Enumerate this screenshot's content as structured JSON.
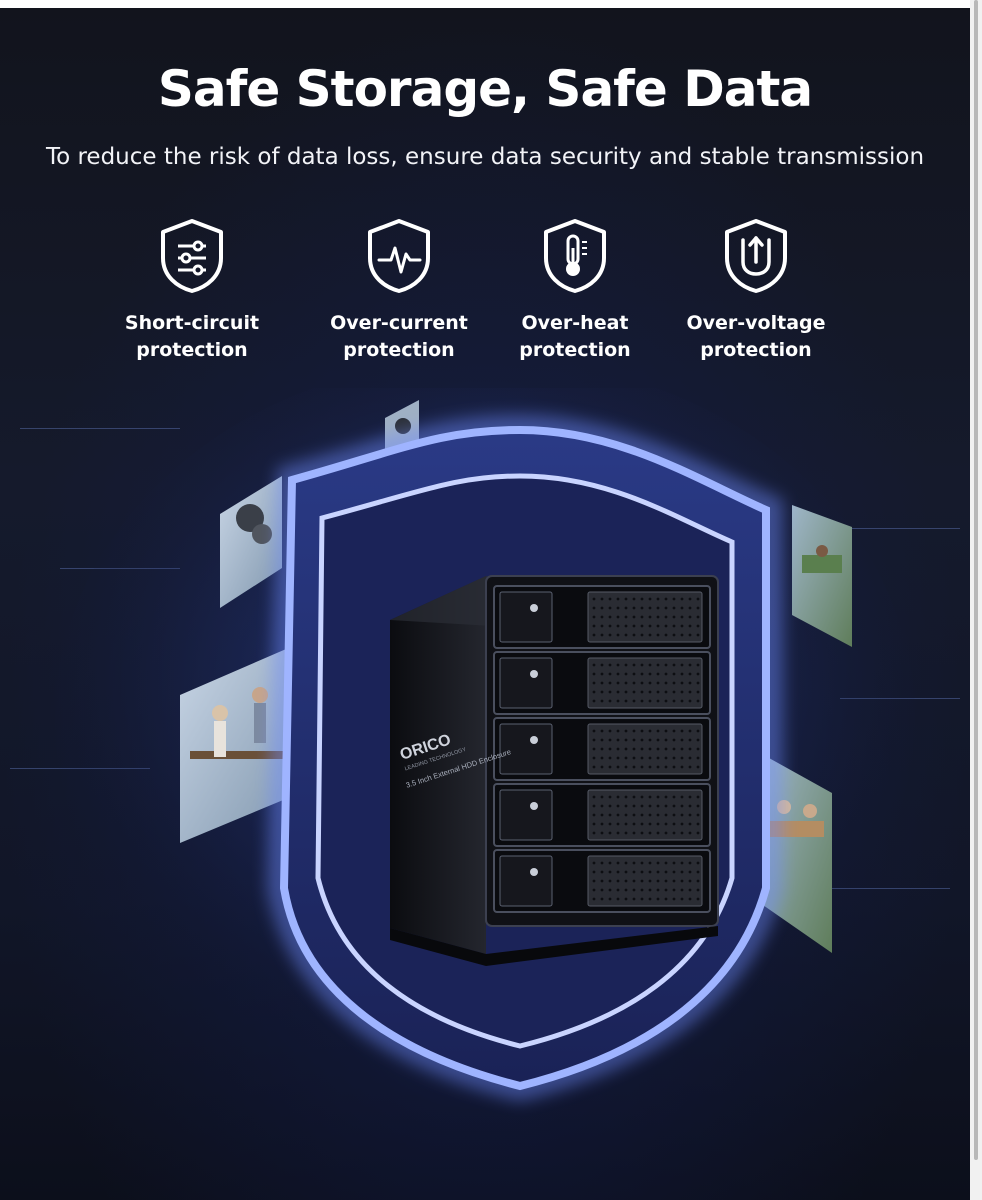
{
  "headline": "Safe Storage, Safe Data",
  "subheadline": "To reduce the risk of data loss, ensure data security and stable transmission",
  "features": [
    {
      "icon": "sliders-shield-icon",
      "label": "Short-circuit\nprotection"
    },
    {
      "icon": "pulse-shield-icon",
      "label": "Over-current\nprotection"
    },
    {
      "icon": "thermometer-shield-icon",
      "label": "Over-heat\nprotection"
    },
    {
      "icon": "voltage-shield-icon",
      "label": "Over-voltage\nprotection"
    }
  ],
  "product": {
    "brand": "ORICO",
    "brand_tagline": "LEADING TECHNOLOGY",
    "model_text": "3.5 Inch External HDD Enclosure",
    "bay_count": 5
  },
  "colors": {
    "background": "#12141d",
    "shield_glow": "#6f8cff",
    "enclosure": "#111216",
    "text": "#ffffff"
  }
}
